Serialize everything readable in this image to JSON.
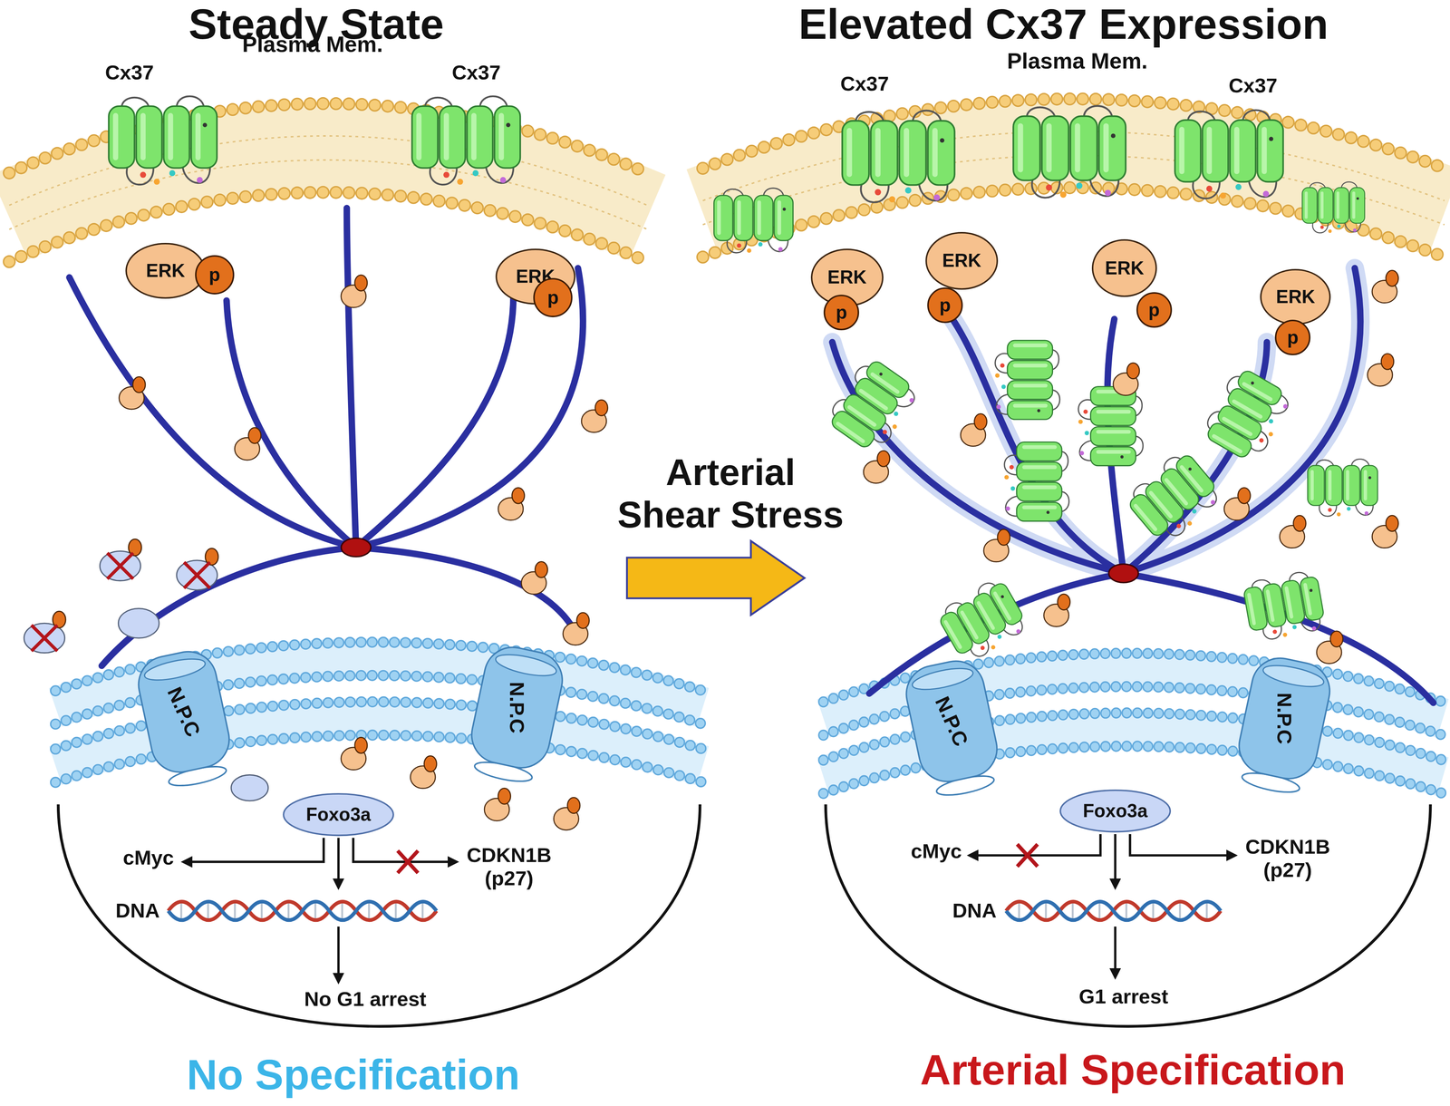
{
  "diagram": {
    "nodes": [
      {
        "text": [
          "ERK"
        ]
      },
      {
        "text": [
          "p"
        ],
        "in": 0
      },
      {
        "text": [
          "ERK"
        ]
      },
      {
        "text": [
          "p"
        ],
        "in": 2
      },
      {
        "text": [
          "N.P.C"
        ]
      },
      {
        "text": [
          "N.P.C"
        ]
      },
      {
        "text": [
          "cMyc",
          "CDKN1B (p27)",
          "DNA",
          "No G1 arrest"
        ]
      },
      {
        "text": [
          "Foxo3a"
        ],
        "in": 6
      },
      {
        "text": [
          "ERK"
        ]
      },
      {
        "text": [
          "p"
        ],
        "in": 8
      },
      {
        "text": [
          "ERK"
        ]
      },
      {
        "text": [
          "p"
        ],
        "in": 10
      },
      {
        "text": [
          "ERK"
        ]
      },
      {
        "text": [
          "p"
        ],
        "in": 12
      },
      {
        "text": [
          "ERK"
        ]
      },
      {
        "text": [
          "p"
        ],
        "in": 14
      },
      {
        "text": [
          "N.P.C"
        ]
      },
      {
        "text": [
          "N.P.C"
        ]
      },
      {
        "text": [
          "cMyc",
          "CDKN1B (p27)",
          "DNA",
          "G1 arrest"
        ]
      },
      {
        "text": [
          "Foxo3a"
        ],
        "in": 18
      }
    ],
    "labels": [
      "Steady State",
      "Elevated Cx37 Expression",
      "Cx37",
      "Plasma Mem.",
      "Cx37",
      "Cx37",
      "Plasma Mem.",
      "Cx37",
      "Arterial Shear Stress",
      "No Specification",
      "Arterial Specification"
    ]
  }
}
